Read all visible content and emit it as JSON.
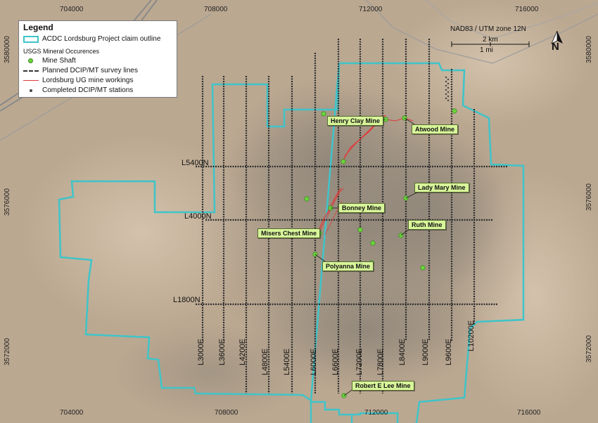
{
  "legend": {
    "title": "Legend",
    "items": [
      {
        "label": "ACDC Lordsburg Project claim outline",
        "symbol": "outline"
      },
      {
        "label": "USGS Mineral Occurences",
        "symbol": "none"
      },
      {
        "label": "Mine Shaft",
        "symbol": "shaft"
      },
      {
        "label": "Planned DCIP/MT survey lines",
        "symbol": "dashed"
      },
      {
        "label": "Lordsburg UG mine workings",
        "symbol": "red"
      },
      {
        "label": "Completed DCIP/MT stations",
        "symbol": "dot"
      }
    ]
  },
  "projection": "NAD83 / UTM zone 12N",
  "scale": {
    "km": "2 km",
    "mi": "1 mi"
  },
  "north_label": "N",
  "coords": {
    "top_x": [
      "704000",
      "708000",
      "712000",
      "716000"
    ],
    "bottom_x": [
      "704000",
      "708000",
      "712000",
      "716000"
    ],
    "left_y": [
      "3580000",
      "3576000",
      "3572000"
    ],
    "right_y": [
      "3580000",
      "3576000",
      "3572000"
    ]
  },
  "ew_lines": [
    "L5400N",
    "L4000N",
    "L1800N"
  ],
  "ns_lines": [
    "L3000E",
    "L3600E",
    "L4200E",
    "L4800E",
    "L5400E",
    "L6000E",
    "L6600E",
    "L7200E",
    "L7800E",
    "L8400E",
    "L9000E",
    "L9600E",
    "L10200E"
  ],
  "mines": [
    "Henry Clay Mine",
    "Atwood Mine",
    "Lady Mary Mine",
    "Bonney Mine",
    "Ruth Mine",
    "Misers Chest Mine",
    "Polyanna Mine",
    "Robert E Lee Mine"
  ],
  "colors": {
    "outline": "#3fc4c9",
    "shaft": "#6cd53c",
    "workings": "#e03a3a",
    "survey": "#333333",
    "label_bg": "#d8f59a"
  }
}
